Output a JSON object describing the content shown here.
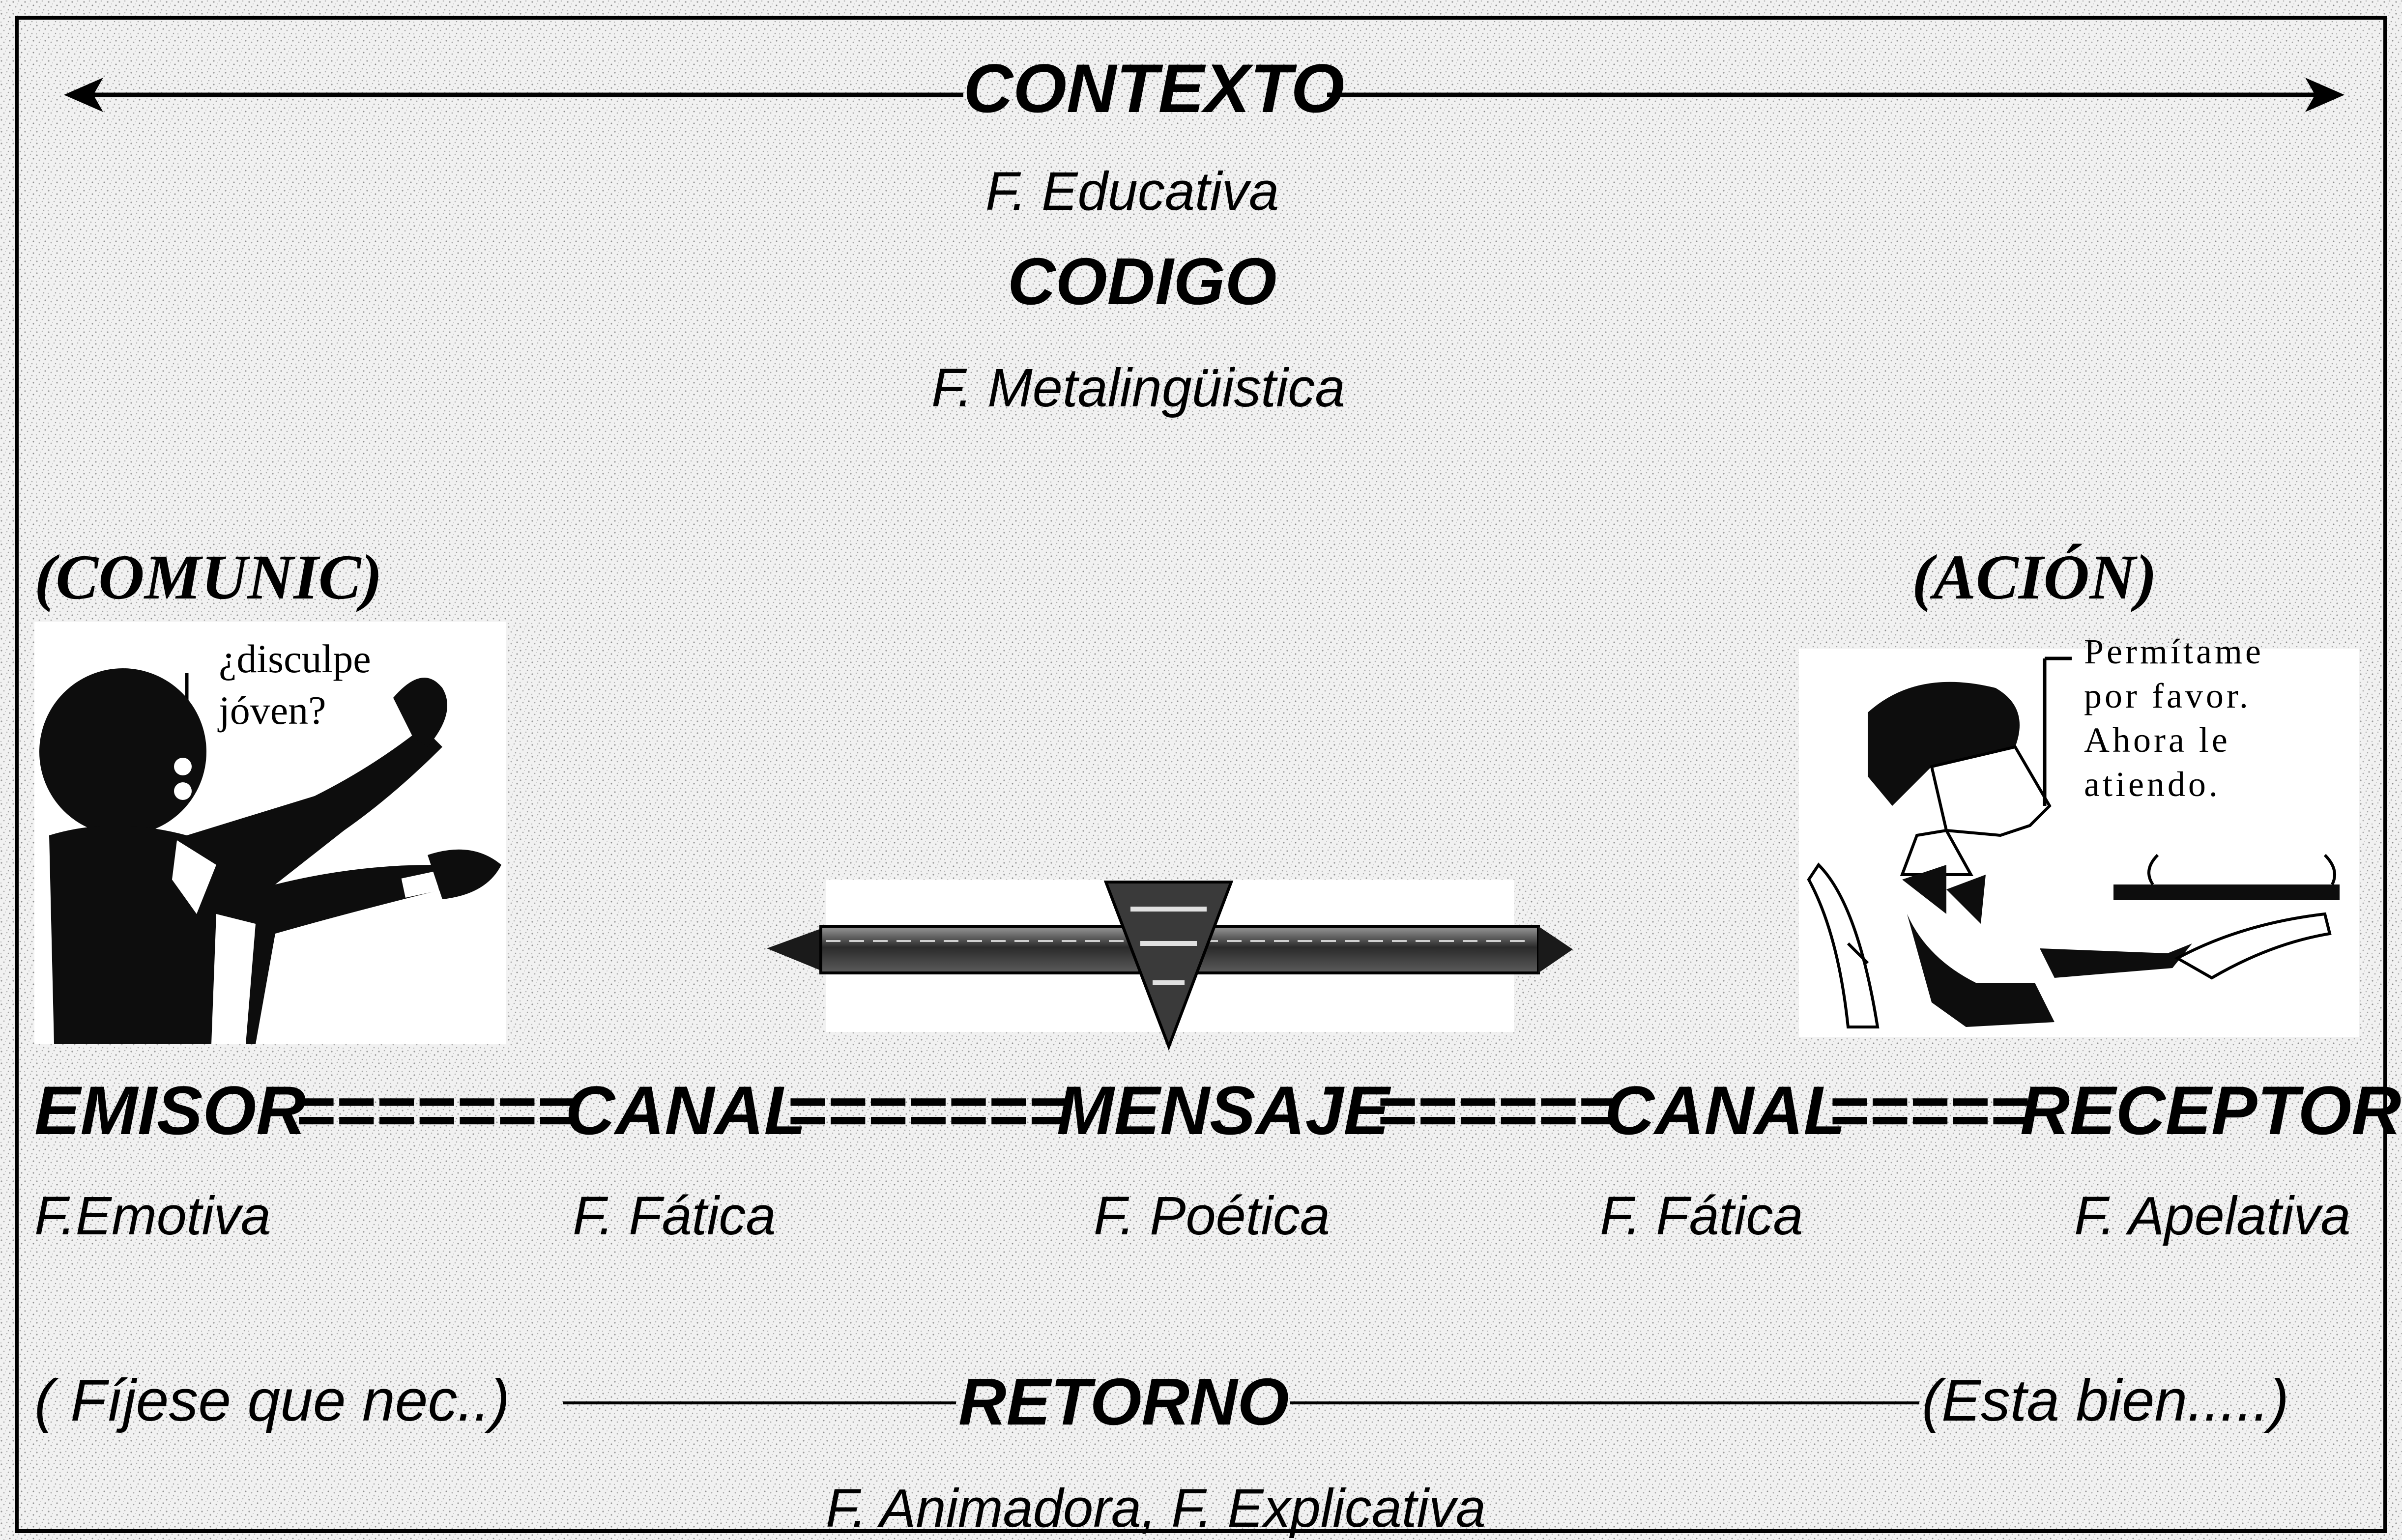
{
  "top": {
    "context": "CONTEXTO",
    "educativa": "F. Educativa",
    "codigo": "CODIGO",
    "metalinguistica": "F. Metalingüistica"
  },
  "left": {
    "title": "(COMUNIC)",
    "speech": [
      "¿disculpe",
      "jóven?"
    ]
  },
  "right": {
    "title": "(ACIÓN)",
    "speech": [
      "Permítame",
      "por favor.",
      "Ahora le",
      "atiendo."
    ]
  },
  "chain": {
    "emisor": "EMISOR",
    "canal1": "CANAL",
    "mensaje": "MENSAJE",
    "canal2": "CANAL",
    "receptor": "RECEPTOR",
    "sep1": "=======",
    "sep2": "=======",
    "sep3": "======",
    "sep4": "====="
  },
  "functions": {
    "emotiva": "F.Emotiva",
    "fatica1": "F. Fática",
    "poetica": "F. Poética",
    "fatica2": "F. Fática",
    "apelativa": "F. Apelativa"
  },
  "feedback": {
    "left": "( Fíjese que nec..)",
    "retorno": "RETORNO",
    "right": "(Esta bien.....)",
    "functions": "F. Animadora, F. Explicativa"
  }
}
